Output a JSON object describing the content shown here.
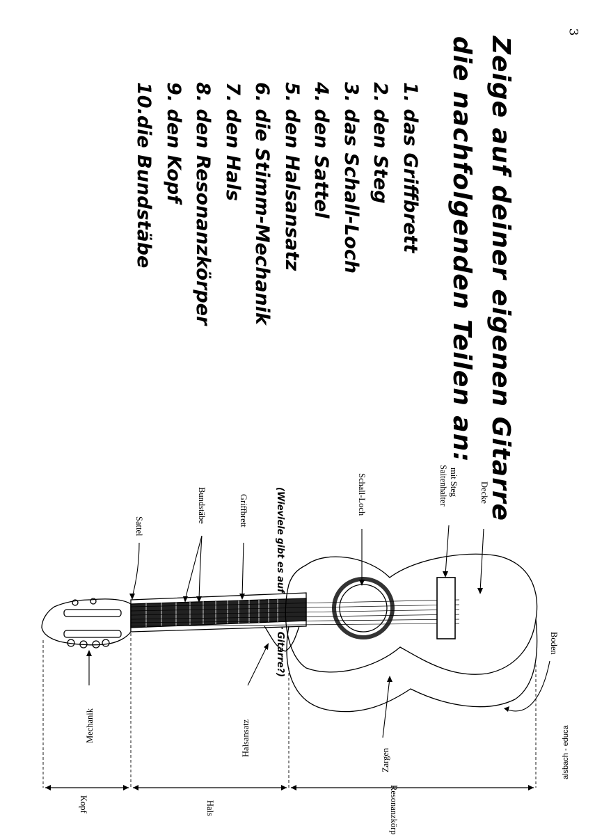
{
  "page": {
    "number": "3",
    "publisher": "alsbach - educa"
  },
  "heading": {
    "line1": "Zeige auf deiner eigenen Gitarre",
    "line2": "die nachfolgenden Teilen an:"
  },
  "parts": [
    "1. das Griffbrett",
    "2. den Steg",
    "3. das Schall-Loch",
    "4. den Sattel",
    "5. den Halsansatz",
    "6. die Stimm-Mechanik",
    "7. den Hals",
    "8. den Resonanzkörper",
    "9. den Kopf",
    "10.die Bundstäbe"
  ],
  "parts_note": "(Wieviele gibt es auf deiner Gitarre?)",
  "diagram_labels": {
    "sattel": "Sattel",
    "bundstaebe": "Bundstäbe",
    "griffbrett": "Griffbrett",
    "schall_loch": "Schall-Loch",
    "saitenhalter_1": "Saitenhalter",
    "saitenhalter_2": "mit Steg",
    "decke": "Decke",
    "boden": "Boden",
    "mechanik": "Mechanik",
    "halsansatz": "Halsansatz",
    "zargen": "Zargen",
    "kopf": "Kopf",
    "hals": "Hals",
    "resonanzkoerper": "Resonanzkörper"
  }
}
